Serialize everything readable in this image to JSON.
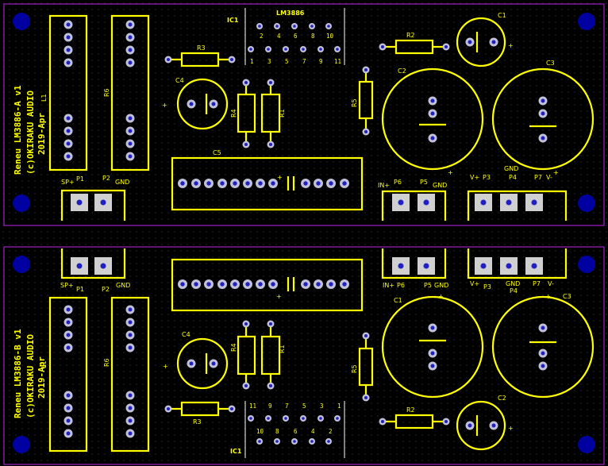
{
  "colors": {
    "background": "#000000",
    "board_outline": "#a020c0",
    "silkscreen": "#ffff00",
    "pad_ring": "#c0c0d8",
    "pad_hole": "#2020c0",
    "mount_hole": "#0000a0",
    "square_pad": "#d0d0d0"
  },
  "board_a": {
    "title": "Reneu LM3886-A v1",
    "copyright": "(c)OKIRAKU AUDIO",
    "date": "2019-Apr",
    "ic_label": "IC1",
    "ic_name": "LM3886",
    "ic_pins_top": [
      "2",
      "4",
      "6",
      "8",
      "10"
    ],
    "ic_pins_bottom": [
      "1",
      "3",
      "5",
      "7",
      "9",
      "11"
    ],
    "parts": {
      "r1": "R1",
      "r2": "R2",
      "r3": "R3",
      "r4": "R4",
      "r5": "R5",
      "r6": "R6",
      "l1": "L1",
      "c1": "C1",
      "c2": "C2",
      "c3": "C3",
      "c4": "C4",
      "c5": "C5"
    },
    "connectors": {
      "sp_plus": "SP+",
      "p1": "P1",
      "p2": "P2",
      "gnd_sp": "GND",
      "in_plus": "IN+",
      "p6": "P6",
      "p5": "P5",
      "gnd_in": "GND",
      "v_plus": "V+",
      "p3": "P3",
      "gnd_pwr": "GND",
      "p4": "P4",
      "p7": "P7",
      "v_minus": "V-"
    }
  },
  "board_b": {
    "title": "Reneu LM3886-B v1",
    "copyright": "(c)OKIRAKU AUDIO",
    "date": "2019-Apr",
    "ic_label": "IC1",
    "ic_pins_top": [
      "11",
      "9",
      "7",
      "5",
      "3",
      "1"
    ],
    "ic_pins_bottom": [
      "10",
      "8",
      "6",
      "4",
      "2"
    ],
    "parts": {
      "r1": "R1",
      "r2": "R2",
      "r3": "R3",
      "r4": "R4",
      "r5": "R5",
      "r6": "R6",
      "l1": "L1",
      "c1": "C1",
      "c2": "C2",
      "c3": "C3",
      "c4": "C4"
    },
    "connectors": {
      "sp_plus": "SP+",
      "p1": "P1",
      "p2": "P2",
      "gnd_sp": "GND",
      "in_plus": "IN+",
      "p6": "P6",
      "p5": "P5",
      "gnd_in": "GND",
      "v_plus": "V+",
      "p3": "P3",
      "gnd_pwr": "GND",
      "p4": "P4",
      "p7": "P7",
      "v_minus": "V-"
    }
  }
}
